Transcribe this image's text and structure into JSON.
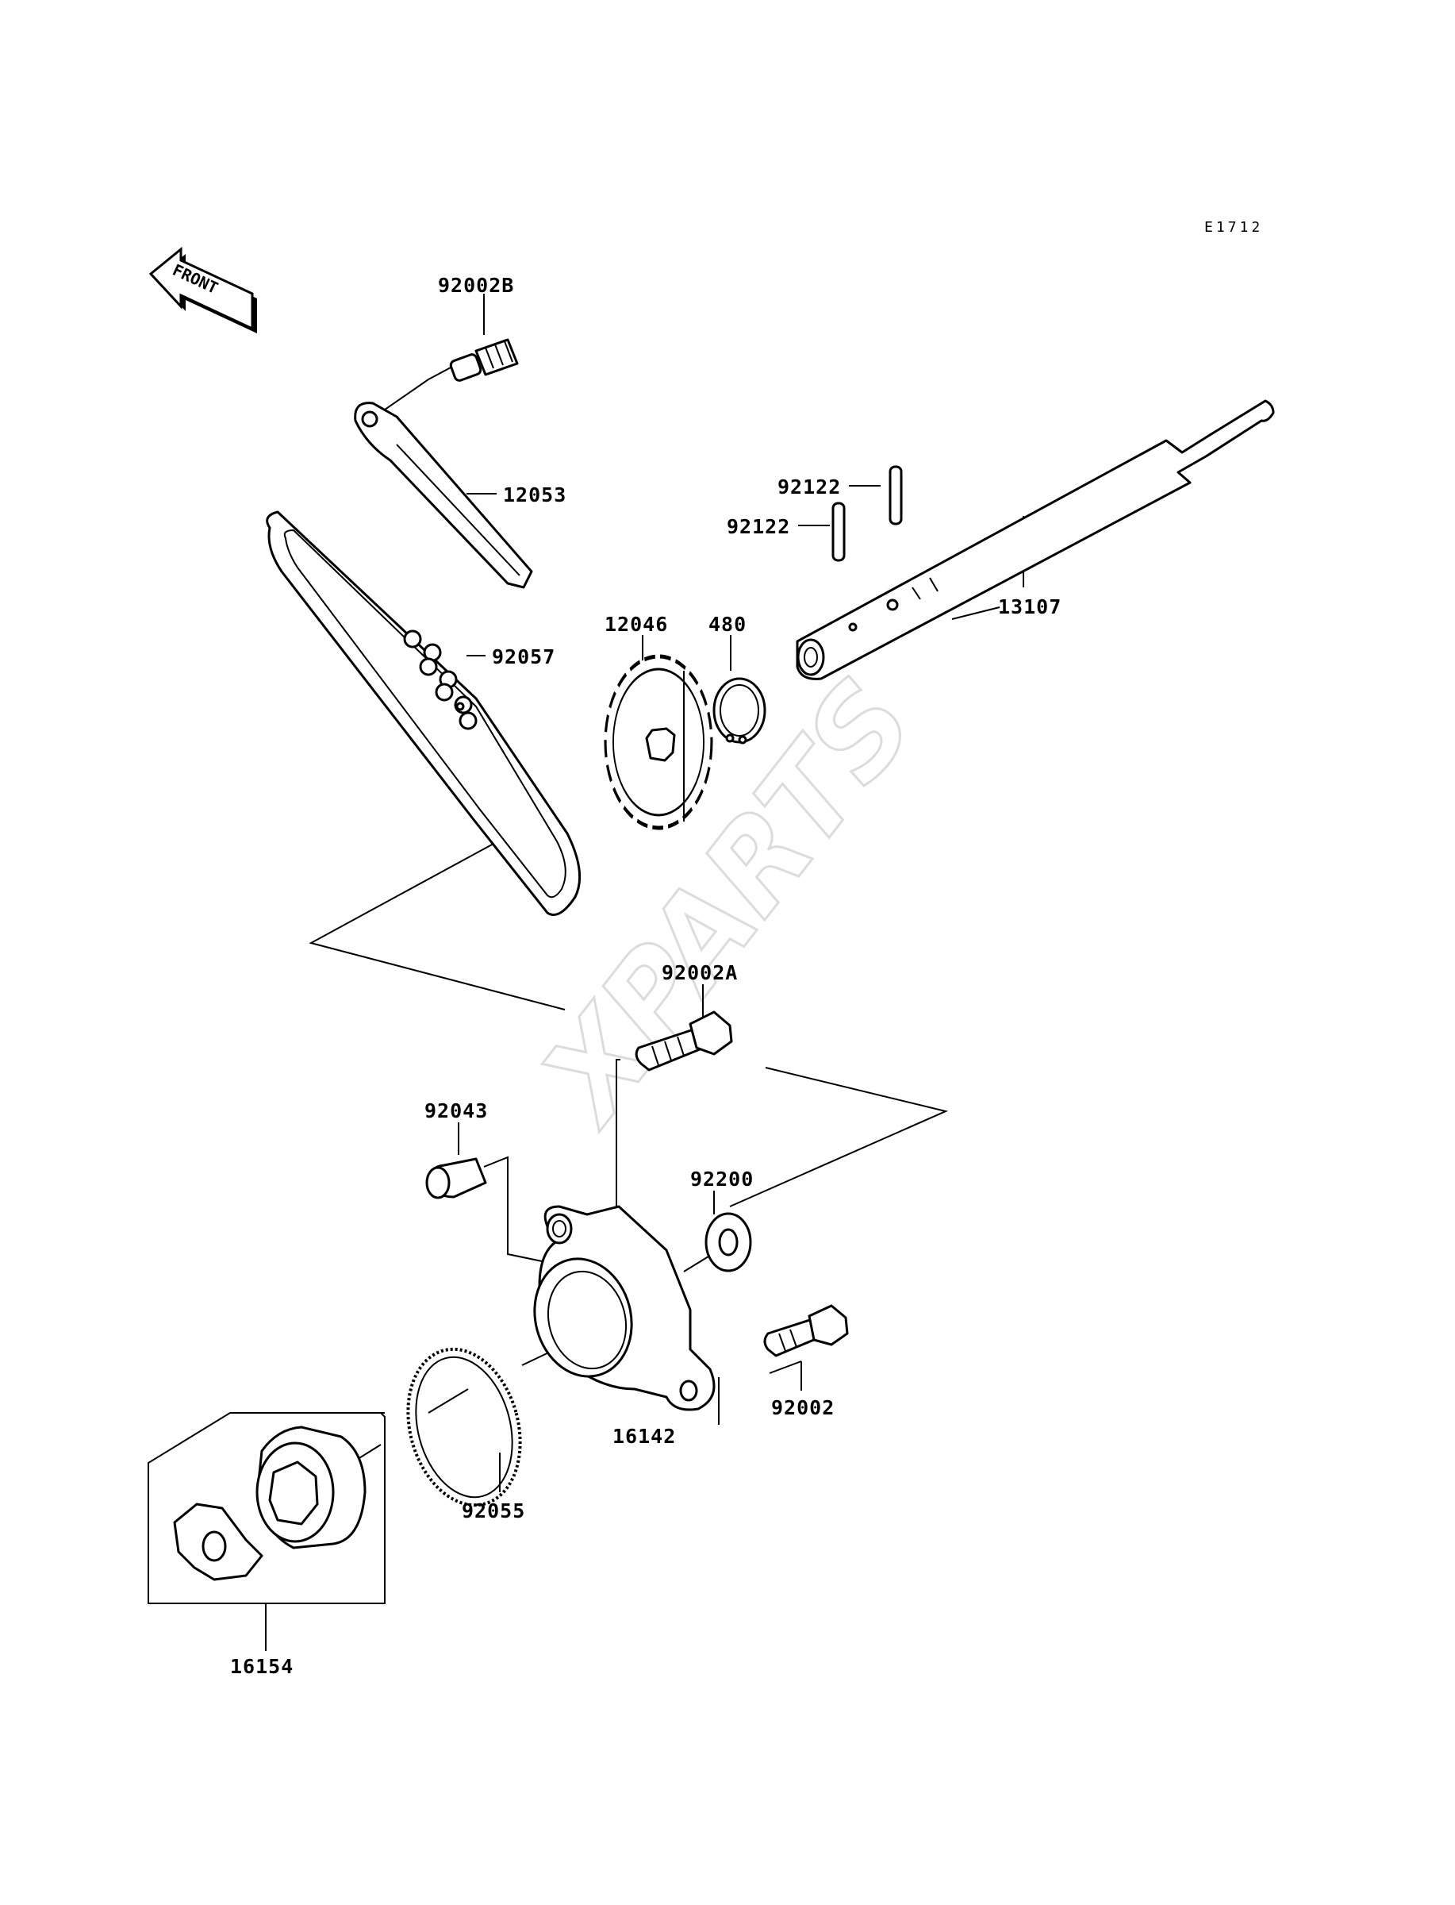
{
  "diagram_code": "E1712",
  "front_label": "FRONT",
  "watermark": "XPARTS",
  "parts": {
    "p92002B": "92002B",
    "p12053": "12053",
    "p92057": "92057",
    "p12046": "12046",
    "p480": "480",
    "p92122_top": "92122",
    "p92122_mid": "92122",
    "p13107": "13107",
    "p92002A": "92002A",
    "p92043": "92043",
    "p92200": "92200",
    "p92002": "92002",
    "p16142": "16142",
    "p92055": "92055",
    "p16154": "16154"
  }
}
